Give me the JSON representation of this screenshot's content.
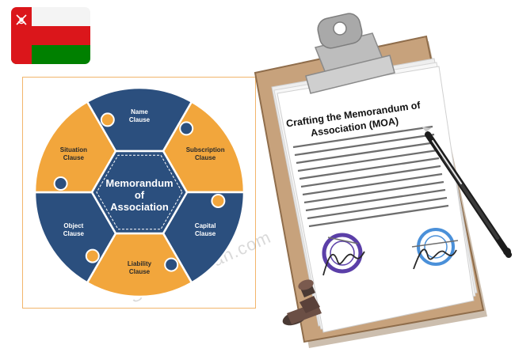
{
  "diagram": {
    "center": [
      "Memorandum",
      "of",
      "Association"
    ],
    "segments": [
      {
        "lines": [
          "Name",
          "Clause"
        ],
        "color": "#2b4f7e",
        "text": "light"
      },
      {
        "lines": [
          "Subscription",
          "Clause"
        ],
        "color": "#f2a63c",
        "text": "dark"
      },
      {
        "lines": [
          "Capital",
          "Clause"
        ],
        "color": "#2b4f7e",
        "text": "light"
      },
      {
        "lines": [
          "Liability",
          "Clause"
        ],
        "color": "#f2a63c",
        "text": "dark"
      },
      {
        "lines": [
          "Object",
          "Clause"
        ],
        "color": "#2b4f7e",
        "text": "light"
      },
      {
        "lines": [
          "Situation",
          "Clause"
        ],
        "color": "#f2a63c",
        "text": "dark"
      }
    ]
  },
  "document": {
    "title_lines": [
      "Crafting the Memorandum of",
      "Association (MOA)"
    ]
  },
  "watermark": "Setupinoman.com",
  "colors": {
    "navy": "#2b4f7e",
    "orange": "#f2a63c",
    "flag_red": "#db161b",
    "flag_green": "#008000",
    "stamp_purple": "#5b3fa8",
    "stamp_blue": "#4a90d9"
  },
  "flag_icon": "oman-flag-icon"
}
